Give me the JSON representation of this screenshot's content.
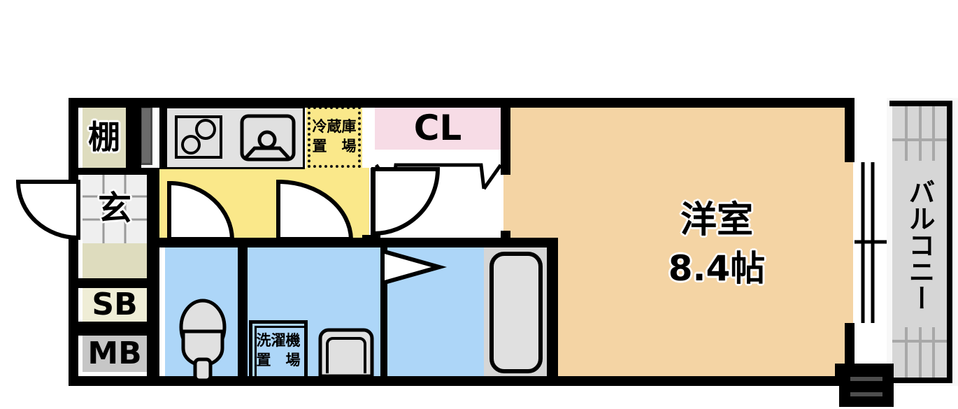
{
  "plan": {
    "type": "japanese-apartment-floor-plan",
    "layout_code": "1K",
    "rooms": [
      {
        "id": "main-room",
        "name_jp": "洋室",
        "size": "8.4帖",
        "color": "#F4D4A4"
      },
      {
        "id": "closet",
        "name_jp": "CL",
        "size": "",
        "color": "#F7DCE6"
      },
      {
        "id": "genkan",
        "name_jp": "玄",
        "size": "",
        "color": "#EFEFEF"
      },
      {
        "id": "shelf",
        "name_jp": "棚",
        "size": "",
        "color": "#DEDCBE"
      },
      {
        "id": "shoe-box",
        "name_jp": "SB",
        "size": "",
        "color": "#EFEDD6"
      },
      {
        "id": "meter-box",
        "name_jp": "MB",
        "size": "",
        "color": "#C6C6C6"
      },
      {
        "id": "fridge-space",
        "name_jp": "冷蔵庫置場",
        "size": "",
        "color": "#FAE88A"
      },
      {
        "id": "washer-space",
        "name_jp": "洗濯機置場",
        "size": "",
        "color": "#ADD6F8"
      },
      {
        "id": "balcony",
        "name_jp": "バルコニー",
        "size": "",
        "color": "#D6D6D6"
      }
    ],
    "labels": {
      "main_room_name": "洋室",
      "main_room_size": "8.4帖",
      "closet": "CL",
      "genkan": "玄",
      "shelf": "棚",
      "shoe_box": "SB",
      "meter_box": "MB",
      "fridge_line1": "冷蔵庫",
      "fridge_line2": "置　場",
      "washer_line1": "洗濯機",
      "washer_line2": "置　場",
      "balcony": "バルコニー"
    },
    "fixtures": [
      {
        "id": "stove",
        "name": "gas-stove-two-burner"
      },
      {
        "id": "sink",
        "name": "kitchen-sink"
      },
      {
        "id": "toilet",
        "name": "toilet"
      },
      {
        "id": "vanity",
        "name": "wash-basin"
      },
      {
        "id": "bathtub",
        "name": "bathtub"
      }
    ],
    "colors": {
      "wall": "#000000",
      "main_room": "#F4D4A4",
      "hallway": "#FAE88A",
      "wet_area": "#ADD6F8",
      "closet": "#F7DCE6",
      "genkan": "#EFEFEF",
      "beige": "#DEDCBE",
      "fixture": "#E0E0E0",
      "balcony": "#D6D6D6"
    }
  }
}
